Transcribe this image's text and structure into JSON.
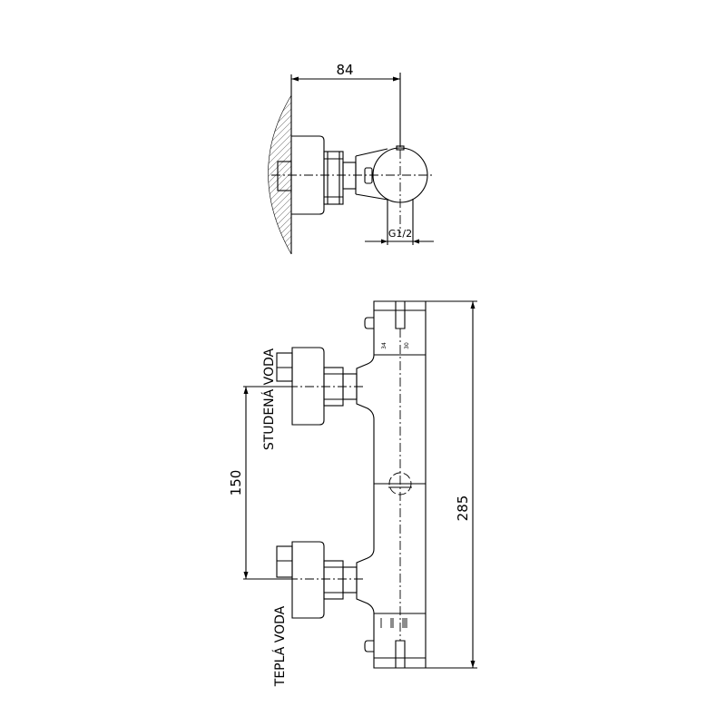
{
  "side_view": {
    "depth_dimension": "84",
    "outlet_thread": "G1/2"
  },
  "front_view": {
    "cold_label": "STUDENÁ VODA",
    "hot_label": "TEPLÁ VODA",
    "inlet_spacing_dimension": "150",
    "length_dimension": "285",
    "scale_marks": [
      "34",
      "30"
    ]
  },
  "colors": {
    "line": "#000000",
    "background": "#ffffff"
  }
}
